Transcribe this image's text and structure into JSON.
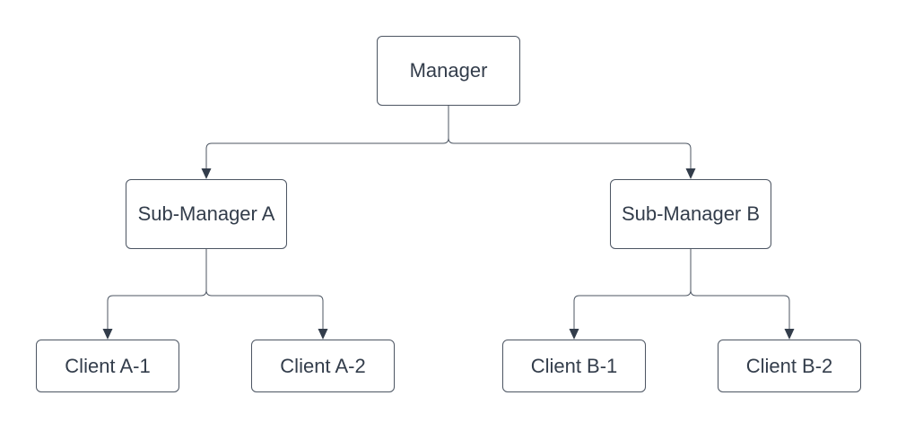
{
  "diagram": {
    "type": "org-chart",
    "background_color": "#ffffff",
    "colors": {
      "node_fill": "#ffffff",
      "node_border": "#4c5562",
      "connector": "#4c5562",
      "arrowhead": "#333d4b",
      "text": "#333d4b"
    },
    "nodes": {
      "manager": {
        "label": "Manager"
      },
      "sub_manager_a": {
        "label": "Sub-Manager A"
      },
      "sub_manager_b": {
        "label": "Sub-Manager B"
      },
      "client_a1": {
        "label": "Client A-1"
      },
      "client_a2": {
        "label": "Client A-2"
      },
      "client_b1": {
        "label": "Client B-1"
      },
      "client_b2": {
        "label": "Client B-2"
      }
    },
    "edges": [
      {
        "from": "Manager",
        "to": "Sub-Manager A"
      },
      {
        "from": "Manager",
        "to": "Sub-Manager B"
      },
      {
        "from": "Sub-Manager A",
        "to": "Client A-1"
      },
      {
        "from": "Sub-Manager A",
        "to": "Client A-2"
      },
      {
        "from": "Sub-Manager B",
        "to": "Client B-1"
      },
      {
        "from": "Sub-Manager B",
        "to": "Client B-2"
      }
    ]
  }
}
